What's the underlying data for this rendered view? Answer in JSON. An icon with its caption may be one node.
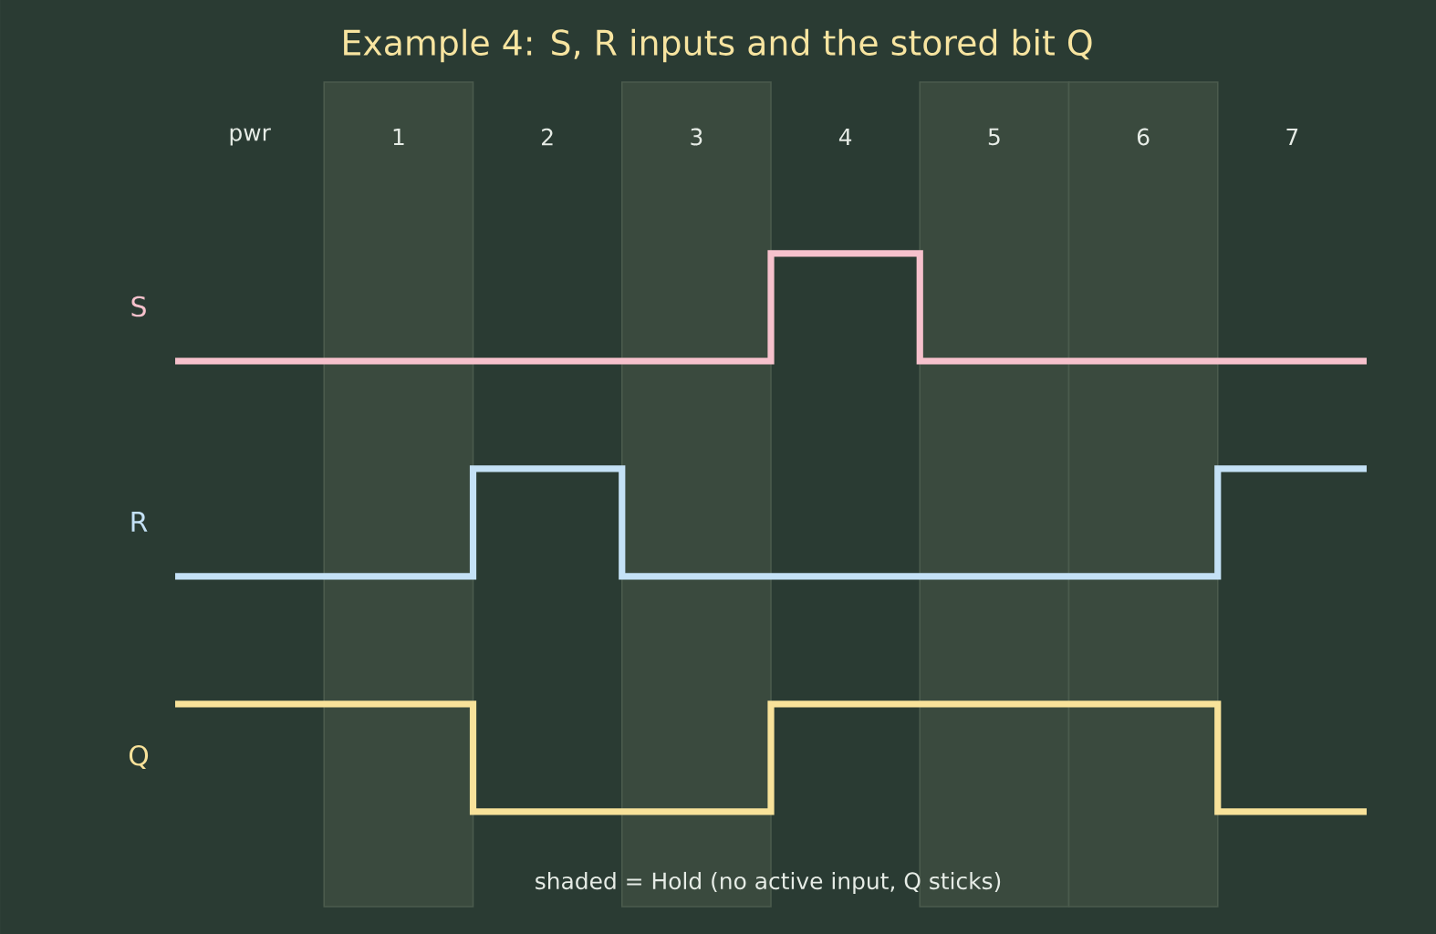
{
  "diagram": {
    "title": "Example 4: S, R inputs and the stored bit Q",
    "labels": [
      "pwr",
      "1",
      "2",
      "3",
      "4",
      "5",
      "6",
      "7",
      "S",
      "R",
      "Q",
      "shaded = Hold (no active input, Q sticks)"
    ]
  }
}
